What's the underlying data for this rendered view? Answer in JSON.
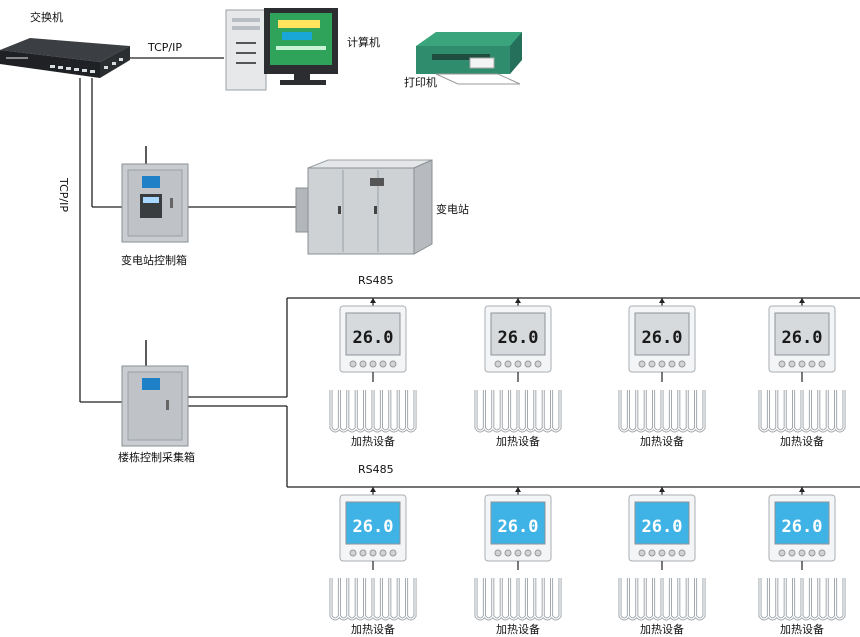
{
  "labels": {
    "switch": "交换机",
    "tcp_top": "TCP/IP",
    "tcp_side": "TCP/IP",
    "computer": "计算机",
    "printer": "打印机",
    "substation": "变电站",
    "substation_box": "变电站控制箱",
    "collector_box": "楼栋控制采集箱",
    "rs485_1": "RS485",
    "rs485_2": "RS485"
  },
  "rows": [
    {
      "theme": "gray",
      "items": [
        {
          "display": "26.0",
          "device": "加热设备"
        },
        {
          "display": "26.0",
          "device": "加热设备"
        },
        {
          "display": "26.0",
          "device": "加热设备"
        },
        {
          "display": "26.0",
          "device": "加热设备"
        }
      ]
    },
    {
      "theme": "blue",
      "items": [
        {
          "display": "26.0",
          "device": "加热设备"
        },
        {
          "display": "26.0",
          "device": "加热设备"
        },
        {
          "display": "26.0",
          "device": "加热设备"
        },
        {
          "display": "26.0",
          "device": "加热设备"
        }
      ]
    }
  ],
  "colors": {
    "line": "#222222",
    "cabinet": "#c9ccd0",
    "thermo_gray_screen": "#d7dadc",
    "thermo_blue_screen": "#3fb3e6",
    "monitor_screen": "#2fa35a",
    "printer_body": "#2f8c6c"
  },
  "icons": {
    "switch": "network-switch-icon",
    "computer": "desktop-computer-icon",
    "printer": "printer-icon",
    "substation": "substation-cabinet-icon",
    "control_box": "control-box-icon",
    "thermostat": "thermostat-icon",
    "heater": "floor-heating-coil-icon"
  }
}
